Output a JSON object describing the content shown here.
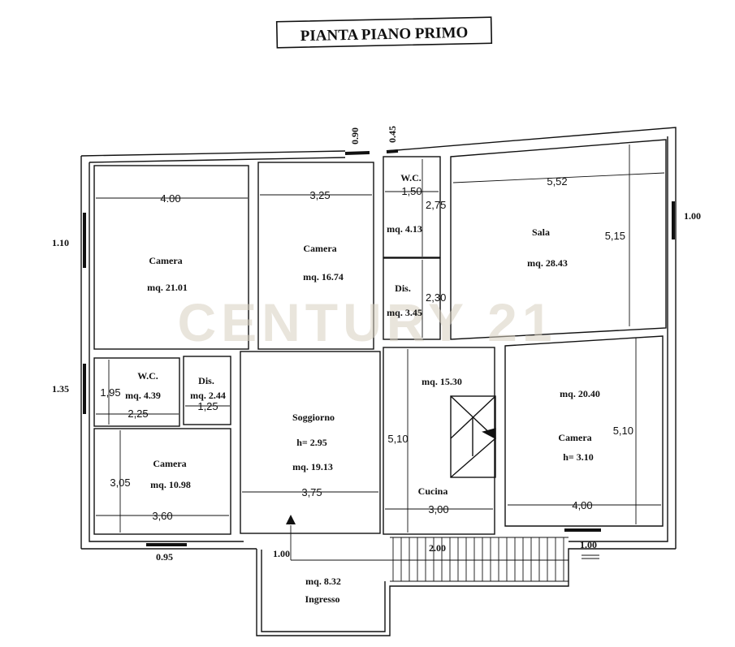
{
  "title": "PIANTA PIANO PRIMO",
  "watermark": "CENTURY 21",
  "rooms": {
    "camera_top_left": {
      "name": "Camera",
      "area": "mq. 21.01",
      "dim": "4.00"
    },
    "camera_top_mid": {
      "name": "Camera",
      "area": "mq. 16.74",
      "dim": "3,25"
    },
    "wc_top": {
      "name": "W.C.",
      "area": "mq. 4.13",
      "dim_w": "1,50",
      "dim_h": "2,75"
    },
    "dis_top": {
      "name": "Dis.",
      "area": "mq. 3.45",
      "dim": "2,30"
    },
    "sala": {
      "name": "Sala",
      "area": "mq. 28.43",
      "dim_w": "5,52",
      "dim_h": "5,15"
    },
    "wc_left": {
      "name": "W.C.",
      "area": "mq. 4.39",
      "dim_w": "2,25",
      "dim_h": "1,95"
    },
    "dis_left": {
      "name": "Dis.",
      "area": "mq. 2.44",
      "dim": "1,25"
    },
    "camera_bottom_left": {
      "name": "Camera",
      "area": "mq. 10.98",
      "dim_w": "3,60",
      "dim_h": "3,05"
    },
    "soggiorno": {
      "name": "Soggiorno",
      "height": "h= 2.95",
      "area": "mq. 19.13",
      "dim_w": "3,75",
      "dim_h": "5,10"
    },
    "cucina": {
      "name": "Cucina",
      "area": "mq. 15.30",
      "dim": "3,00"
    },
    "camera_bottom_right": {
      "name": "Camera",
      "area": "mq. 20.40",
      "height": "h= 3.10",
      "dim_w": "4,00",
      "dim_h": "5,10"
    },
    "ingresso": {
      "name": "Ingresso",
      "area": "mq. 8.32"
    }
  },
  "openings": {
    "top_090": "0.90",
    "top_045": "0.45",
    "right_100": "1.00",
    "left_110": "1.10",
    "left_135": "1.35",
    "bottom_095": "0.95",
    "bottom_100_left": "1.00",
    "bottom_200": "2.00",
    "bottom_100_right": "1.00"
  },
  "colors": {
    "line": "#111111",
    "watermark": "#d8d0c0",
    "background": "#ffffff"
  }
}
